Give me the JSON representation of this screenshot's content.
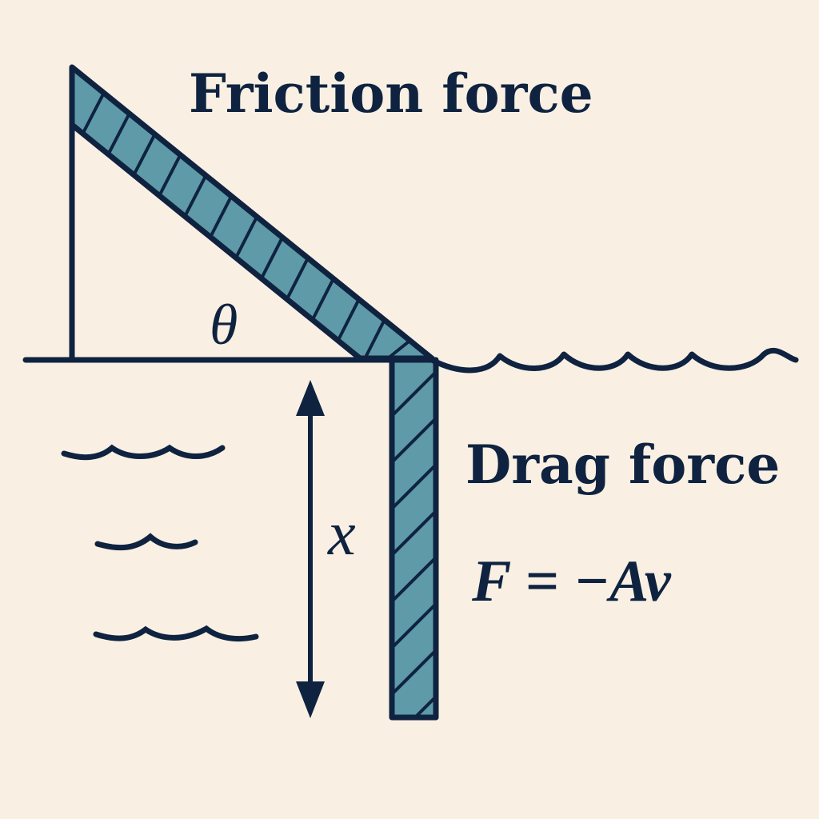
{
  "labels": {
    "friction_force": "Friction force",
    "drag_force": "Drag force",
    "angle": "θ",
    "depth": "x",
    "formula": "F = −Av"
  },
  "colors": {
    "background": "#f9f0e3",
    "ink": "#0f2340",
    "plate_fill": "#5e9aa8"
  }
}
